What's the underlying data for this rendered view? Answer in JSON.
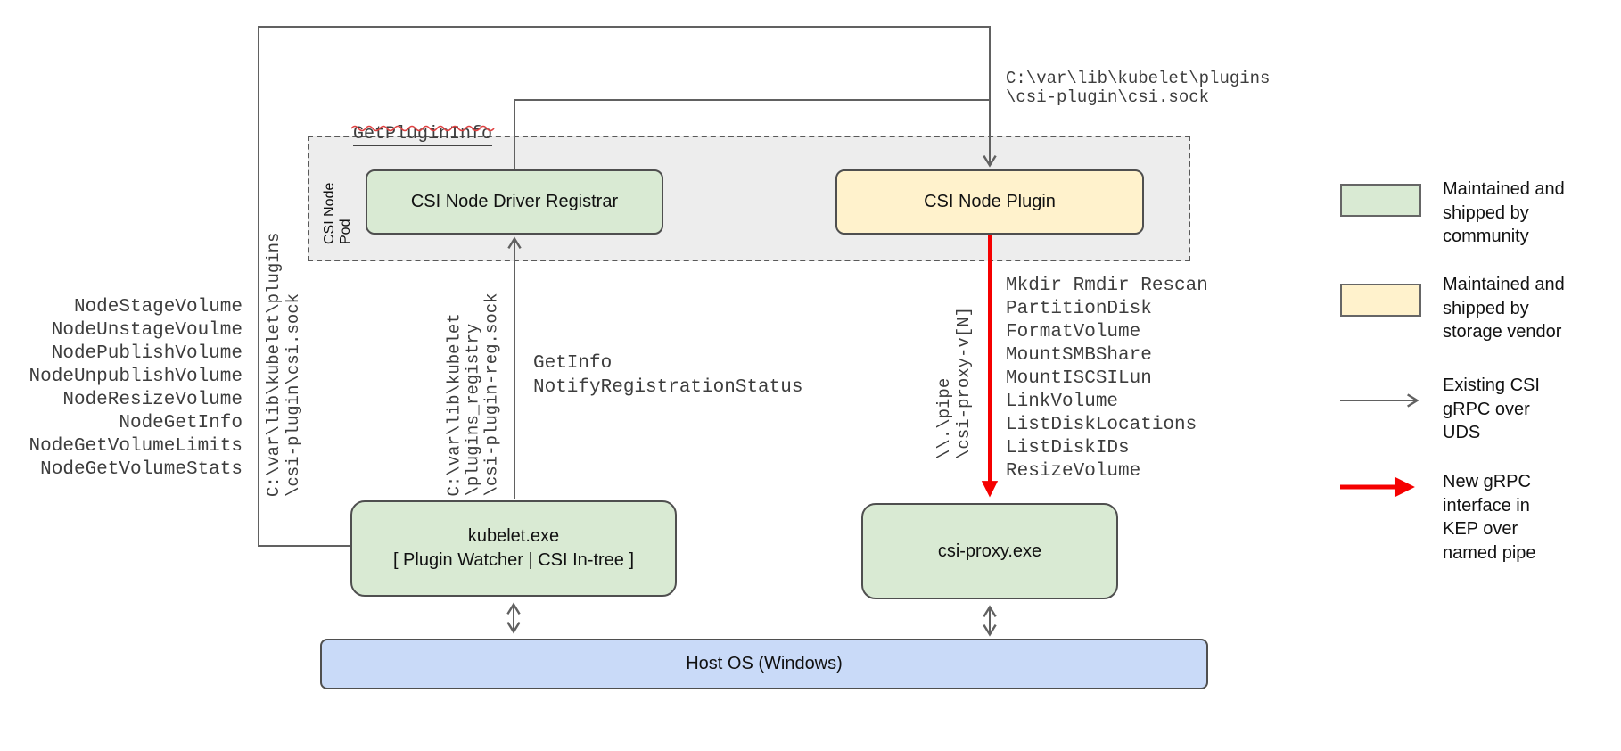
{
  "diagram": {
    "pod": {
      "label": "CSI Node Pod"
    },
    "boxes": {
      "registrar": "CSI Node Driver Registrar",
      "plugin": "CSI Node Plugin",
      "kubelet": [
        "kubelet.exe",
        "[ Plugin Watcher | CSI In-tree ]"
      ],
      "csi_proxy": "csi-proxy.exe",
      "host_os": "Host OS (Windows)"
    },
    "annotations": {
      "get_plugin_info": "GetPluginInfo",
      "plugin_socket_path": [
        "C:\\var\\lib\\kubelet\\plugins",
        "\\csi-plugin\\csi.sock"
      ],
      "kubelet_socket_path_vertical": [
        "C:\\var\\lib\\kubelet\\plugins",
        "\\csi-plugin\\csi.sock"
      ],
      "registration_socket_path_vertical": [
        "C:\\var\\lib\\kubelet",
        "\\plugins_registry",
        "\\csi-plugin-reg.sock"
      ],
      "named_pipe_path_vertical": [
        "\\\\.\\pipe",
        "\\csi-proxy-v[N]"
      ],
      "node_rpc_calls": [
        "NodeStageVolume",
        "NodeUnstageVoulme",
        "NodePublishVolume",
        "NodeUnpublishVolume",
        "NodeResizeVolume",
        "NodeGetInfo",
        "NodeGetVolumeLimits",
        "NodeGetVolumeStats"
      ],
      "registration_rpc_calls": [
        "GetInfo",
        "NotifyRegistrationStatus"
      ],
      "proxy_rpc_calls": [
        "Mkdir Rmdir Rescan",
        "PartitionDisk",
        "FormatVolume",
        "MountSMBShare",
        "MountISCSILun",
        "LinkVolume",
        "ListDiskLocations",
        "ListDiskIDs",
        "ResizeVolume"
      ]
    }
  },
  "legend": {
    "items": [
      {
        "swatch": "community-green-box",
        "lines": [
          "Maintained and",
          "shipped by",
          "community"
        ]
      },
      {
        "swatch": "vendor-yellow-box",
        "lines": [
          "Maintained and",
          "shipped by",
          "storage vendor"
        ]
      },
      {
        "swatch": "gray-arrow",
        "lines": [
          "Existing CSI",
          "gRPC over",
          "UDS"
        ]
      },
      {
        "swatch": "red-arrow",
        "lines": [
          "New gRPC",
          "interface in",
          "KEP over",
          "named pipe"
        ]
      }
    ]
  },
  "colors": {
    "community_green": "#d9ead3",
    "vendor_yellow": "#fff2cc",
    "host_blue": "#c9daf8",
    "pod_background": "#ededed",
    "connector_gray": "#616161",
    "new_interface_red": "#ff0000",
    "spellcheck_squiggle": "#e04040"
  }
}
